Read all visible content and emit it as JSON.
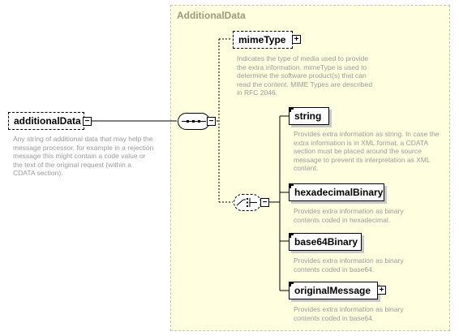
{
  "root": {
    "name": "additionalData",
    "doc": "Any string of additional data that may help the message processor, for example in a rejection message this might contain a code value or the text of the original request (within a CDATA section)."
  },
  "type_name": "AdditionalData",
  "mimeType": {
    "name": "mimeType",
    "doc": "Indicates the type of media used to provide the extra information. mimeType is used to determine the software product(s) that can read the content. MIME Types are described in RFC 2046."
  },
  "choices": [
    {
      "name": "string",
      "doc": "Provides extra information as string. In case the extra information is in XML format, a CDATA section must be placed around the source message to prevent its interpretation as XML content."
    },
    {
      "name": "hexadecimalBinary",
      "doc": "Provides extra information as binary contents coded in hexadecimal."
    },
    {
      "name": "base64Binary",
      "doc": "Provides extra information as binary contents coded in base64."
    },
    {
      "name": "originalMessage",
      "doc": "Provides extra information as binary contents coded in base64."
    }
  ],
  "icons": {
    "collapse": "minus-icon",
    "expand": "plus-icon",
    "sequence": "sequence-icon",
    "choice": "choice-icon"
  }
}
